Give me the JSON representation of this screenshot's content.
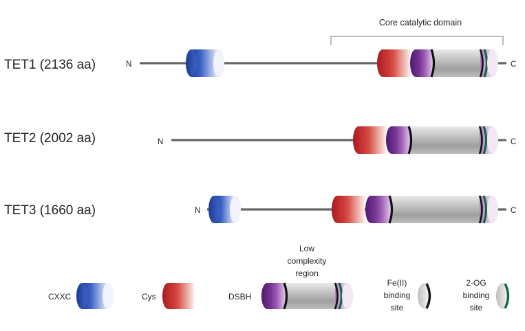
{
  "core_domain_label": "Core catalytic domain",
  "terminus": {
    "n": "N",
    "c": "C"
  },
  "proteins": [
    {
      "label": "TET1 (2136 aa)",
      "domains": [
        "CXXC",
        "Cys",
        "DSBH"
      ]
    },
    {
      "label": "TET2 (2002 aa)",
      "domains": [
        "Cys",
        "DSBH"
      ]
    },
    {
      "label": "TET3 (1660 aa)",
      "domains": [
        "CXXC",
        "Cys",
        "DSBH"
      ]
    }
  ],
  "legend": {
    "cxxc": "CXXC",
    "cys": "Cys",
    "dsbh": "DSBH",
    "low_complexity": [
      "Low",
      "complexity",
      "region"
    ],
    "fe": [
      "Fe(II)",
      "binding",
      "site"
    ],
    "og": [
      "2-OG",
      "binding",
      "site"
    ]
  },
  "colors": {
    "cxxc": "#2a4fb0",
    "cys": "#c0272d",
    "dsbh": "#6a2a8c",
    "low_complexity": "#9e9e9e",
    "fe_site": "#111111",
    "og_site": "#0f6b3e",
    "backbone": "#666666",
    "bracket": "#bdbdbd"
  }
}
